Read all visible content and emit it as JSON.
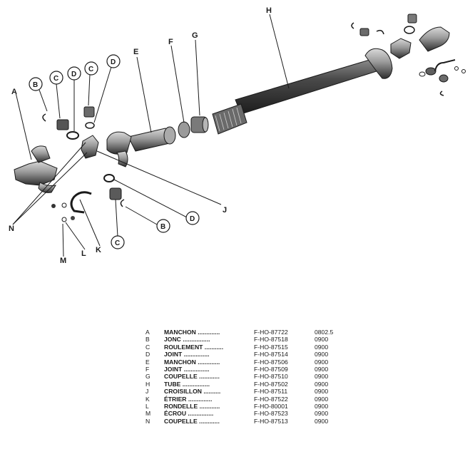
{
  "diagram": {
    "labels": {
      "A": "A",
      "B": "B",
      "C": "C",
      "D": "D",
      "E": "E",
      "F": "F",
      "G": "G",
      "H": "H",
      "J": "J",
      "K": "K",
      "L": "L",
      "M": "M",
      "N": "N"
    }
  },
  "parts": [
    {
      "letter": "A",
      "name": "MANCHON",
      "ref": "F-HO-87722",
      "code": "0802.5"
    },
    {
      "letter": "B",
      "name": "JONC",
      "ref": "F-HO-87518",
      "code": "0900"
    },
    {
      "letter": "C",
      "name": "ROULEMENT",
      "ref": "F-HO-87515",
      "code": "0900"
    },
    {
      "letter": "D",
      "name": "JOINT",
      "ref": "F-HO-87514",
      "code": "0900"
    },
    {
      "letter": "E",
      "name": "MANCHON",
      "ref": "F-HO-87506",
      "code": "0900"
    },
    {
      "letter": "F",
      "name": "JOINT",
      "ref": "F-HO-87509",
      "code": "0900"
    },
    {
      "letter": "G",
      "name": "COUPELLE",
      "ref": "F-HO-87510",
      "code": "0900"
    },
    {
      "letter": "H",
      "name": "TUBE",
      "ref": "F-HO-87502",
      "code": "0900"
    },
    {
      "letter": "J",
      "name": "CROISILLON",
      "ref": "F-HO-87511",
      "code": "0900"
    },
    {
      "letter": "K",
      "name": "ÉTRIER",
      "ref": "F-HO-87522",
      "code": "0900"
    },
    {
      "letter": "L",
      "name": "RONDELLE",
      "ref": "F-HO-80001",
      "code": "0900"
    },
    {
      "letter": "M",
      "name": "ÉCROU",
      "ref": "F-HO-87523",
      "code": "0900"
    },
    {
      "letter": "N",
      "name": "COUPELLE",
      "ref": "F-HO-87513",
      "code": "0900"
    }
  ]
}
